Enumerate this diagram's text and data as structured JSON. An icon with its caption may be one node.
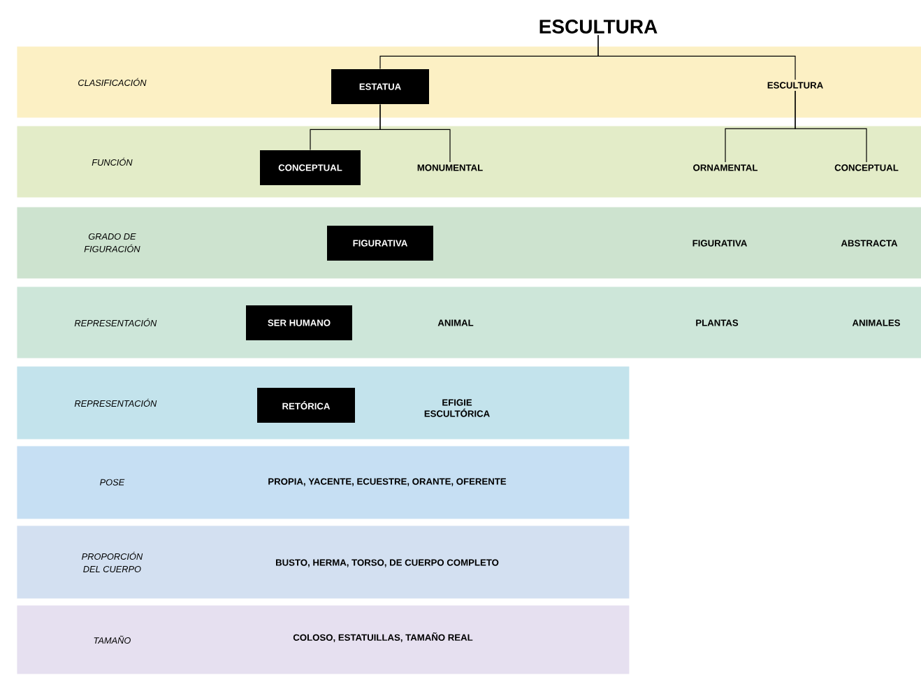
{
  "diagram": {
    "nodes": [
      {
        "text": [
          "ESCULTURA"
        ]
      },
      {
        "text": [
          "CLASIFICACIÓN"
        ]
      },
      {
        "text": [
          "ESTATUA"
        ],
        "in": 1
      },
      {
        "text": [
          "ESCULTURA"
        ],
        "in": 1
      },
      {
        "text": [
          "FUNCIÓN"
        ]
      },
      {
        "text": [
          "CONCEPTUAL"
        ],
        "in": 4
      },
      {
        "text": [
          "MONUMENTAL"
        ],
        "in": 4
      },
      {
        "text": [
          "ORNAMENTAL"
        ],
        "in": 4
      },
      {
        "text": [
          "CONCEPTUAL"
        ],
        "in": 4
      },
      {
        "text": [
          "GRADO DE FIGURACIÓN"
        ]
      },
      {
        "text": [
          "FIGURATIVA"
        ],
        "in": 9
      },
      {
        "text": [
          "FIGURATIVA"
        ],
        "in": 9
      },
      {
        "text": [
          "ABSTRACTA"
        ],
        "in": 9
      },
      {
        "text": [
          "REPRESENTACIÓN"
        ]
      },
      {
        "text": [
          "SER HUMANO"
        ],
        "in": 13
      },
      {
        "text": [
          "ANIMAL"
        ],
        "in": 13
      },
      {
        "text": [
          "PLANTAS"
        ],
        "in": 13
      },
      {
        "text": [
          "ANIMALES"
        ],
        "in": 13
      },
      {
        "text": [
          "REPRESENTACIÓN"
        ]
      },
      {
        "text": [
          "RETÓRICA"
        ],
        "in": 18
      },
      {
        "text": [
          "EFIGIE ESCULTÓRICA"
        ],
        "in": 18
      },
      {
        "text": [
          "POSE"
        ]
      },
      {
        "text": [
          "PROPIA, YACENTE, ECUESTRE, ORANTE, OFERENTE"
        ],
        "in": 21
      },
      {
        "text": [
          "PROPORCIÓN DEL CUERPO"
        ]
      },
      {
        "text": [
          "BUSTO, HERMA, TORSO, DE CUERPO COMPLETO"
        ],
        "in": 23
      },
      {
        "text": [
          "TAMAÑO"
        ]
      },
      {
        "text": [
          "COLOSO, ESTATUILLAS, TAMAÑO REAL"
        ],
        "in": 25
      }
    ],
    "edges": [
      {
        "from": 0,
        "to": 2,
        "arrow": "none"
      },
      {
        "from": 0,
        "to": 3,
        "arrow": "none"
      },
      {
        "from": 2,
        "to": 5,
        "arrow": "none"
      },
      {
        "from": 2,
        "to": 6,
        "arrow": "none"
      },
      {
        "from": 3,
        "to": 7,
        "arrow": "none"
      },
      {
        "from": 3,
        "to": 8,
        "arrow": "none"
      }
    ]
  }
}
